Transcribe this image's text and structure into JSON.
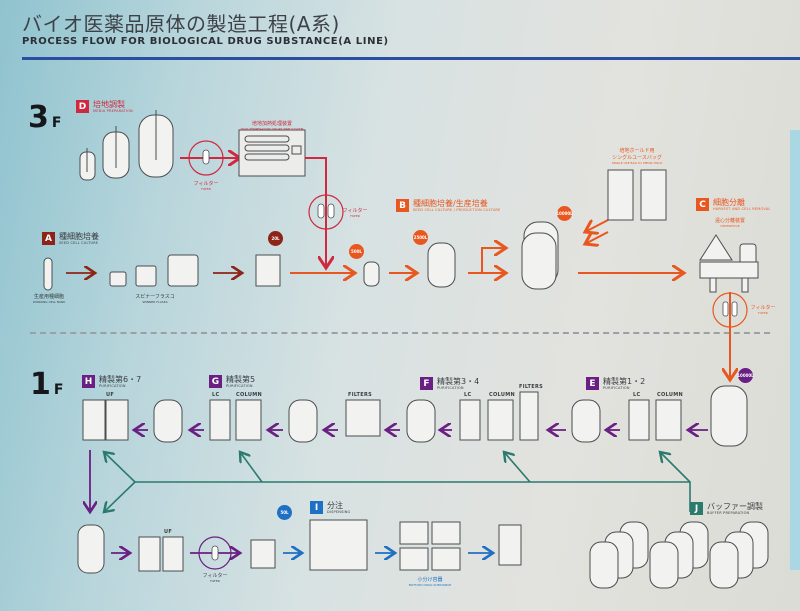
{
  "header": {
    "title_jp": "バイオ医薬品原体の製造工程(A系)",
    "title_en": "PROCESS FLOW FOR BIOLOGICAL DRUG SUBSTANCE(A LINE)"
  },
  "floors": {
    "upper": {
      "number": "3",
      "suffix": "F"
    },
    "lower": {
      "number": "1",
      "suffix": "F"
    }
  },
  "colors": {
    "media": "#d0283e",
    "seed": "#8e2418",
    "culture": "#e8571f",
    "purification": "#6a1f83",
    "dispensing": "#1f6fc4",
    "buffer": "#2b7a6e",
    "outline": "#4a4d50"
  },
  "steps": {
    "D": {
      "letter": "D",
      "jp": "培地調製",
      "en": "MEDIA PREPARATION"
    },
    "A": {
      "letter": "A",
      "jp": "種細胞培養",
      "en": "SEED CELL CULTURE"
    },
    "B": {
      "letter": "B",
      "jp": "種細胞培養/生産培養",
      "en": "SEED CELL CULTURE / PRODUCTION CULTURE"
    },
    "C": {
      "letter": "C",
      "jp": "細胞分離",
      "en": "HARVEST AND CELL REMOVAL"
    },
    "E": {
      "letter": "E",
      "jp": "精製第1・2",
      "en": "PURIFICATION"
    },
    "F": {
      "letter": "F",
      "jp": "精製第3・4",
      "en": "PURIFICATION"
    },
    "G": {
      "letter": "G",
      "jp": "精製第5",
      "en": "PURIFICATION"
    },
    "H": {
      "letter": "H",
      "jp": "精製第6・7",
      "en": "PURIFICATION"
    },
    "I": {
      "letter": "I",
      "jp": "分注",
      "en": "DISPENSING"
    },
    "J": {
      "letter": "J",
      "jp": "バッファー調製",
      "en": "BUFFER PREPARATION"
    }
  },
  "equipment_labels": {
    "filter_jp": "フィルター",
    "filter_en": "FILTER",
    "media_storage_jp": "培地加熱処理装置",
    "media_storage_en": "HIGH TEMPERATURE SHORT TIME SYSTEM",
    "working_cell_bank_jp": "生産用種細胞",
    "working_cell_bank_en": "WORKING CELL BANK",
    "spinner_flask_jp": "スピナーフラスコ",
    "spinner_flask_en": "SPINNER FLASKS",
    "single_use_bag_jp1": "培地ホールド用",
    "single_use_bag_jp2": "シングルユースバッグ",
    "single_use_bag_en": "SINGLE USE BAG for MEDIA HOLD",
    "centrifuge_jp": "遠心分離装置",
    "centrifuge_en": "CENTRIFUGE",
    "small_vials_jp": "小分け容器",
    "small_vials_en": "BOTTLED DRUG SUBSTANCE",
    "lc": "LC",
    "column": "COLUMN",
    "filters": "FILTERS",
    "uf": "UF"
  },
  "volumes": {
    "seed_bag": "20L",
    "seed_500": "500L",
    "seed_2500": "2500L",
    "production": "10000L",
    "harvest": "10000L",
    "final": "50L"
  }
}
